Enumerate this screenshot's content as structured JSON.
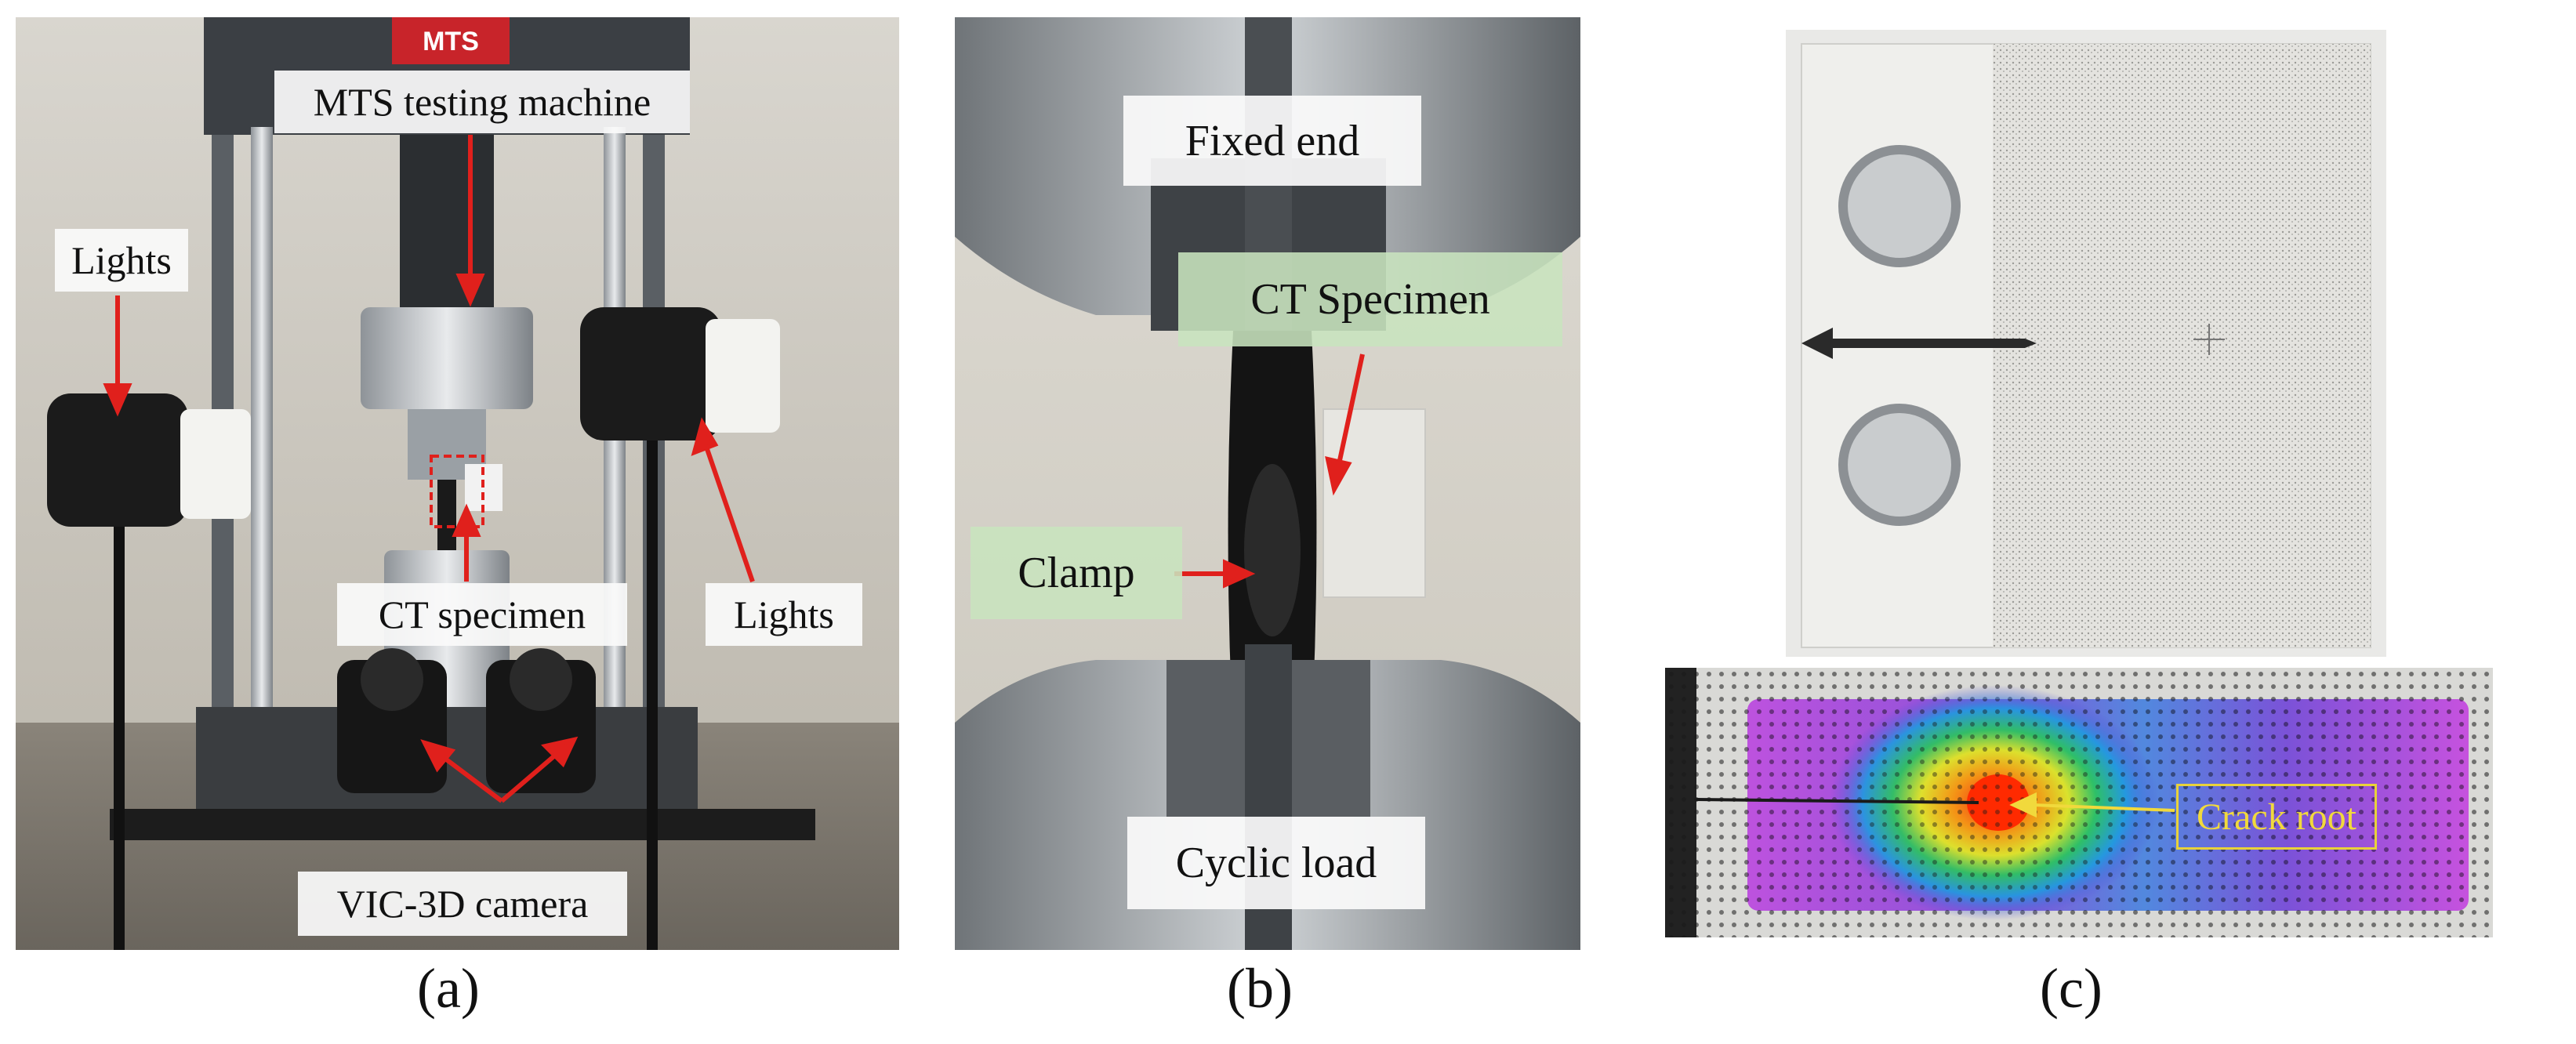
{
  "panels": {
    "a": {
      "caption": "(a)",
      "labels": {
        "mts": "MTS testing machine",
        "lights_left": "Lights",
        "lights_right": "Lights",
        "ct": "CT specimen",
        "vic": "VIC-3D camera"
      },
      "logo": "MTS"
    },
    "b": {
      "caption": "(b)",
      "labels": {
        "fixed": "Fixed end",
        "ct": "CT Specimen",
        "clamp": "Clamp",
        "cyclic": "Cyclic load"
      }
    },
    "c": {
      "caption": "(c)",
      "labels": {
        "crack": "Crack root"
      }
    }
  },
  "colors": {
    "arrow": "#e0201c",
    "crack_label": "#f1d93c",
    "strain_low": "#a33ad8",
    "strain_high": "#ff2200"
  }
}
